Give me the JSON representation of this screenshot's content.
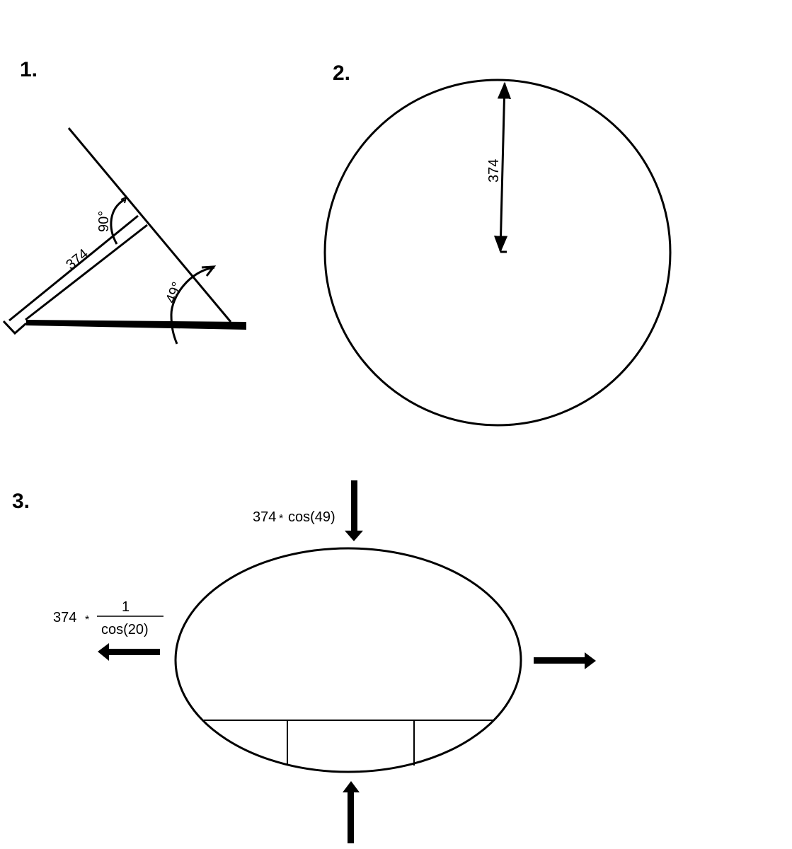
{
  "panel_1": {
    "number": "1.",
    "length_label": "374",
    "right_angle_label": "90°",
    "tilt_angle_label": "49°"
  },
  "panel_2": {
    "number": "2.",
    "radius_label": "374"
  },
  "panel_3": {
    "number": "3.",
    "top_formula": {
      "factor": "374",
      "operator": "*",
      "function": "cos(49)"
    },
    "side_formula": {
      "factor": "374",
      "operator": "*",
      "numerator": "1",
      "denominator": "cos(20)"
    }
  }
}
